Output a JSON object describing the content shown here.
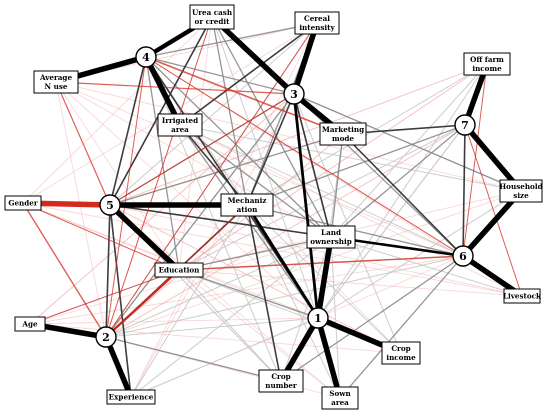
{
  "diagram": {
    "hubs": [
      {
        "id": "h1",
        "label": "1"
      },
      {
        "id": "h2",
        "label": "2"
      },
      {
        "id": "h3",
        "label": "3"
      },
      {
        "id": "h4",
        "label": "4"
      },
      {
        "id": "h5",
        "label": "5"
      },
      {
        "id": "h6",
        "label": "6"
      },
      {
        "id": "h7",
        "label": "7"
      }
    ],
    "variables": [
      {
        "id": "urea",
        "label": "Urea cash\nor credit"
      },
      {
        "id": "cereal",
        "label": "Cereal\nintensity"
      },
      {
        "id": "offfarm",
        "label": "Off farm\nincome"
      },
      {
        "id": "avgn",
        "label": "Average\nN use"
      },
      {
        "id": "irrigated",
        "label": "Irrigated\narea"
      },
      {
        "id": "marketing",
        "label": "Marketing\nmode"
      },
      {
        "id": "household",
        "label": "Household\nsize"
      },
      {
        "id": "gender",
        "label": "Gender"
      },
      {
        "id": "mechanization",
        "label": "Mechaniz\nation"
      },
      {
        "id": "land",
        "label": "Land\nownership"
      },
      {
        "id": "education",
        "label": "Education"
      },
      {
        "id": "livestock",
        "label": "Livestock"
      },
      {
        "id": "age",
        "label": "Age"
      },
      {
        "id": "cropincome",
        "label": "Crop\nincome"
      },
      {
        "id": "cropnumber",
        "label": "Crop\nnumber"
      },
      {
        "id": "sown",
        "label": "Sown\narea"
      },
      {
        "id": "experience",
        "label": "Experience"
      }
    ],
    "strong_links": [
      {
        "from": "h1",
        "to": "cropnumber"
      },
      {
        "from": "h1",
        "to": "sown"
      },
      {
        "from": "h1",
        "to": "cropincome"
      },
      {
        "from": "h1",
        "to": "land"
      },
      {
        "from": "h2",
        "to": "age"
      },
      {
        "from": "h2",
        "to": "experience"
      },
      {
        "from": "h3",
        "to": "urea"
      },
      {
        "from": "h3",
        "to": "cereal"
      },
      {
        "from": "h3",
        "to": "marketing"
      },
      {
        "from": "h4",
        "to": "avgn"
      },
      {
        "from": "h4",
        "to": "irrigated"
      },
      {
        "from": "h5",
        "to": "mechanization"
      },
      {
        "from": "h5",
        "to": "education"
      },
      {
        "from": "h6",
        "to": "household"
      },
      {
        "from": "h6",
        "to": "livestock"
      },
      {
        "from": "h7",
        "to": "offfarm"
      },
      {
        "from": "h7",
        "to": "household"
      }
    ],
    "colors": {
      "strong": "#000000",
      "negative": "#d42a1e",
      "negative_light": "#f2a6a6",
      "positive_gray": "#8a8a8a",
      "positive_light": "#c8c8c8"
    }
  }
}
